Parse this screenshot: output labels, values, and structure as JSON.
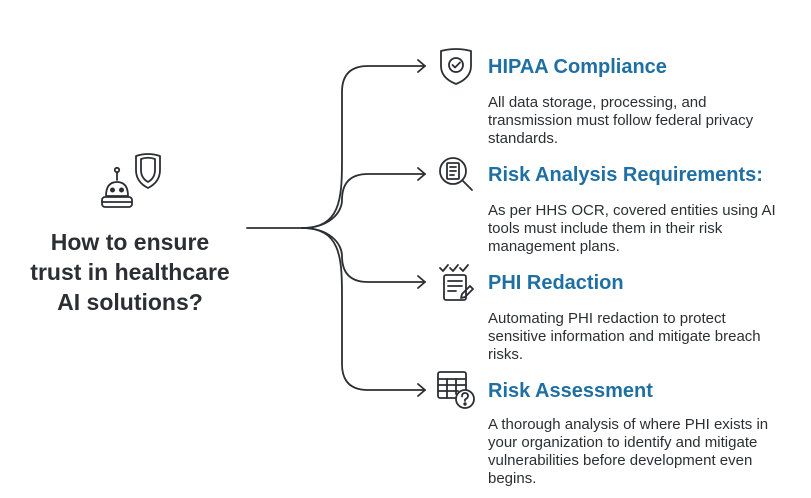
{
  "question": {
    "lines": [
      "How to ensure",
      "trust in healthcare",
      "AI solutions?"
    ]
  },
  "items": [
    {
      "icon": "shield-check-icon",
      "title": "HIPAA Compliance",
      "description": "All data storage, processing, and transmission must follow federal privacy standards."
    },
    {
      "icon": "document-magnifier-icon",
      "title": "Risk Analysis Requirements:",
      "description": "As per HHS OCR, covered entities using AI tools must include them in their risk management plans."
    },
    {
      "icon": "checklist-document-icon",
      "title": "PHI Redaction",
      "description": "Automating PHI redaction to protect sensitive information and mitigate breach risks."
    },
    {
      "icon": "table-question-icon",
      "title": "Risk Assessment",
      "description": "A thorough analysis of where PHI exists in your organization to identify and mitigate vulnerabilities before development even begins."
    }
  ],
  "colors": {
    "title": "#1f6fa3",
    "text": "#2b2f33",
    "line": "#2b2f33"
  }
}
